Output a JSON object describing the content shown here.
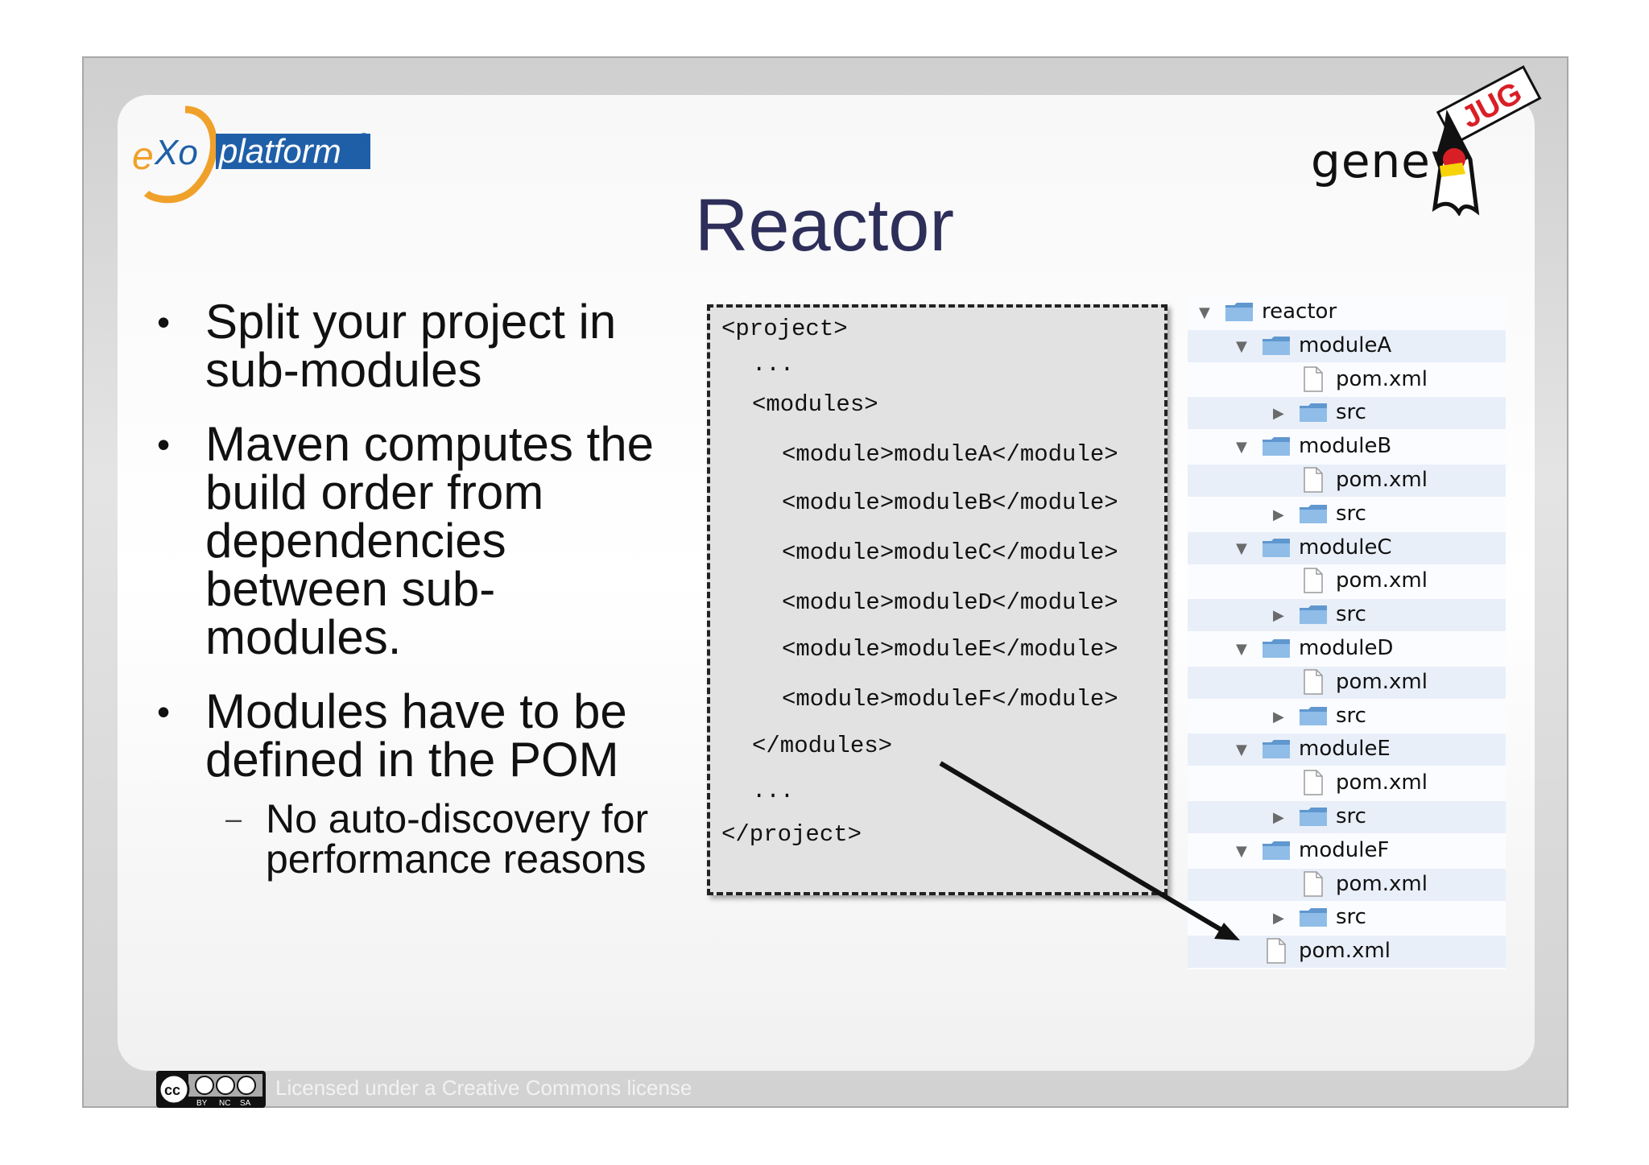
{
  "slide": {
    "title": "Reactor",
    "logo_left_text": [
      "e",
      "Xo",
      "platform",
      "®"
    ],
    "logo_right_text": "genev",
    "logo_right_flag": "JUG",
    "bullets": [
      {
        "text": "Split your project in sub-modules"
      },
      {
        "text": "Maven computes the build order from dependencies between sub-modules."
      },
      {
        "text": "Modules have to be defined in the POM"
      }
    ],
    "bullet_lines": [
      [
        "Split your project in",
        "sub-modules"
      ],
      [
        "Maven computes the",
        "build order from",
        "dependencies",
        "between sub-",
        "modules."
      ],
      [
        "Modules have to be",
        "defined in the POM"
      ]
    ],
    "sub_bullet_lines": [
      "No auto-discovery for",
      "performance reasons"
    ],
    "bullet_glyph": "•",
    "dash_glyph": "–",
    "code_lines": [
      "<project>",
      "...",
      "<modules>",
      "<module>moduleA</module>",
      "<module>moduleB</module>",
      "<module>moduleC</module>",
      "<module>moduleD</module>",
      "<module>moduleE</module>",
      "<module>moduleF</module>",
      "</modules>",
      "...",
      "</project>"
    ],
    "tree": [
      {
        "label": "reactor",
        "kind": "folder",
        "expanded": true,
        "depth": 0
      },
      {
        "label": "moduleA",
        "kind": "folder",
        "expanded": true,
        "depth": 1
      },
      {
        "label": "pom.xml",
        "kind": "file",
        "depth": 2
      },
      {
        "label": "src",
        "kind": "folder",
        "expanded": false,
        "depth": 2
      },
      {
        "label": "moduleB",
        "kind": "folder",
        "expanded": true,
        "depth": 1
      },
      {
        "label": "pom.xml",
        "kind": "file",
        "depth": 2
      },
      {
        "label": "src",
        "kind": "folder",
        "expanded": false,
        "depth": 2
      },
      {
        "label": "moduleC",
        "kind": "folder",
        "expanded": true,
        "depth": 1
      },
      {
        "label": "pom.xml",
        "kind": "file",
        "depth": 2
      },
      {
        "label": "src",
        "kind": "folder",
        "expanded": false,
        "depth": 2
      },
      {
        "label": "moduleD",
        "kind": "folder",
        "expanded": true,
        "depth": 1
      },
      {
        "label": "pom.xml",
        "kind": "file",
        "depth": 2
      },
      {
        "label": "src",
        "kind": "folder",
        "expanded": false,
        "depth": 2
      },
      {
        "label": "moduleE",
        "kind": "folder",
        "expanded": true,
        "depth": 1
      },
      {
        "label": "pom.xml",
        "kind": "file",
        "depth": 2
      },
      {
        "label": "src",
        "kind": "folder",
        "expanded": false,
        "depth": 2
      },
      {
        "label": "moduleF",
        "kind": "folder",
        "expanded": true,
        "depth": 1
      },
      {
        "label": "pom.xml",
        "kind": "file",
        "depth": 2
      },
      {
        "label": "src",
        "kind": "folder",
        "expanded": false,
        "depth": 2
      },
      {
        "label": "pom.xml",
        "kind": "file",
        "depth": 1
      }
    ],
    "license_text": "Licensed under a Creative Commons license",
    "cc_badge": [
      "cc",
      "BY",
      "NC",
      "SA"
    ],
    "colors": {
      "title": "#2d2e59",
      "exo_orange": "#f0a12a",
      "exo_blue": "#1f5fa8",
      "folder": "#6ea4d8",
      "jug_red": "#d91f26"
    }
  }
}
